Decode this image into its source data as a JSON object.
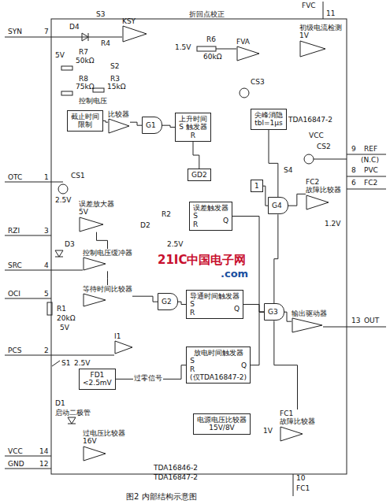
{
  "diagram": {
    "caption": "图2 内部结构示意图",
    "nodes": [
      {
        "text": [
          "FVA"
        ]
      },
      {
        "text": [
          "初级电流检测",
          "1V"
        ]
      },
      {
        "text": [
          "KSY"
        ]
      },
      {
        "text": [
          "截止时间",
          "限制"
        ]
      },
      {
        "text": [
          "比较器"
        ]
      },
      {
        "text": [
          "G1"
        ]
      },
      {
        "text": [
          "上升时间",
          "S 触发器",
          "R"
        ]
      },
      {
        "text": [
          "尖峰消隐",
          "tbl=1μs"
        ]
      },
      {
        "text": [
          "GD2"
        ]
      },
      {
        "text": [
          "误差放大器",
          "5V"
        ]
      },
      {
        "text": [
          "误差触发器",
          "S",
          "R",
          "Q"
        ]
      },
      {
        "text": [
          "1"
        ]
      },
      {
        "text": [
          "G4"
        ]
      },
      {
        "text": [
          "FC2",
          "故障比较器"
        ]
      },
      {
        "text": [
          "控制电压缓冲器"
        ]
      },
      {
        "text": [
          "等待时间比较器"
        ]
      },
      {
        "text": [
          "G2"
        ]
      },
      {
        "text": [
          "导通时间触发器",
          "S",
          "R",
          "Q"
        ]
      },
      {
        "text": [
          "G3"
        ]
      },
      {
        "text": [
          "输出驱动器"
        ]
      },
      {
        "text": [
          "I1"
        ]
      },
      {
        "text": [
          "FD1",
          "<2.5mV"
        ]
      },
      {
        "text": [
          "放电时间触发器",
          "S",
          "R",
          "Q",
          "(仅TDA16847-2)"
        ]
      },
      {
        "text": [
          "电源电压比较器",
          "15V/8V"
        ]
      },
      {
        "text": [
          "FC1",
          "故障比较器"
        ]
      },
      {
        "text": [
          "过电压比较器",
          "16V"
        ]
      }
    ],
    "edges": [
      {
        "from": 3,
        "to": 4,
        "arrow": "none"
      },
      {
        "from": 4,
        "to": 5,
        "arrow": "none"
      },
      {
        "from": 5,
        "to": 6,
        "arrow": "none"
      },
      {
        "from": 6,
        "to": 8,
        "arrow": "none"
      },
      {
        "from": 7,
        "to": 12,
        "arrow": "none"
      },
      {
        "from": 11,
        "to": 12,
        "arrow": "none"
      },
      {
        "from": 13,
        "to": 12,
        "arrow": "none"
      },
      {
        "from": 12,
        "to": 18,
        "arrow": "none"
      },
      {
        "from": 10,
        "to": 18,
        "arrow": "none"
      },
      {
        "from": 9,
        "to": 14,
        "arrow": "none"
      },
      {
        "from": 14,
        "to": 15,
        "arrow": "none"
      },
      {
        "from": 15,
        "to": 16,
        "arrow": "none"
      },
      {
        "from": 16,
        "to": 17,
        "arrow": "none"
      },
      {
        "from": 17,
        "to": 18,
        "arrow": "none"
      },
      {
        "from": 18,
        "to": 19,
        "arrow": "none"
      },
      {
        "from": 21,
        "to": 22,
        "label": "过零信号",
        "arrow": "none"
      },
      {
        "from": 22,
        "to": 18,
        "arrow": "none"
      },
      {
        "from": 24,
        "to": 18,
        "arrow": "none"
      }
    ],
    "labels": [
      "SYN",
      "7",
      "OTC",
      "1",
      "RZI",
      "3",
      "SRC",
      "4",
      "OCI",
      "5",
      "PCS",
      "2",
      "VCC",
      "14",
      "GND",
      "12",
      "FVC",
      "11",
      "9",
      "REF",
      "(N.C)",
      "8",
      "PVC",
      "6",
      "FC2",
      "13",
      "OUT",
      "10",
      "FC1",
      "D4",
      "S3",
      "R4",
      "R7",
      "50kΩ",
      "5V",
      "S2",
      "R8",
      "75kΩ",
      "R3",
      "15kΩ",
      "控制电压",
      "折回点校正",
      "1.5V",
      "R6",
      "60kΩ",
      "CS3",
      "CS1",
      "2.5V",
      "D2",
      "R2",
      "D3",
      "2.5V",
      "R1",
      "20kΩ",
      "5V",
      "S1",
      "2.5V",
      "D1",
      "启动二极管",
      "TDA16846-2",
      "TDA16847-2",
      "TDA16847-2",
      "VCC",
      "CS2",
      "S4",
      "1.2V",
      "1V",
      "21IC中国电子网",
      ".com"
    ]
  }
}
